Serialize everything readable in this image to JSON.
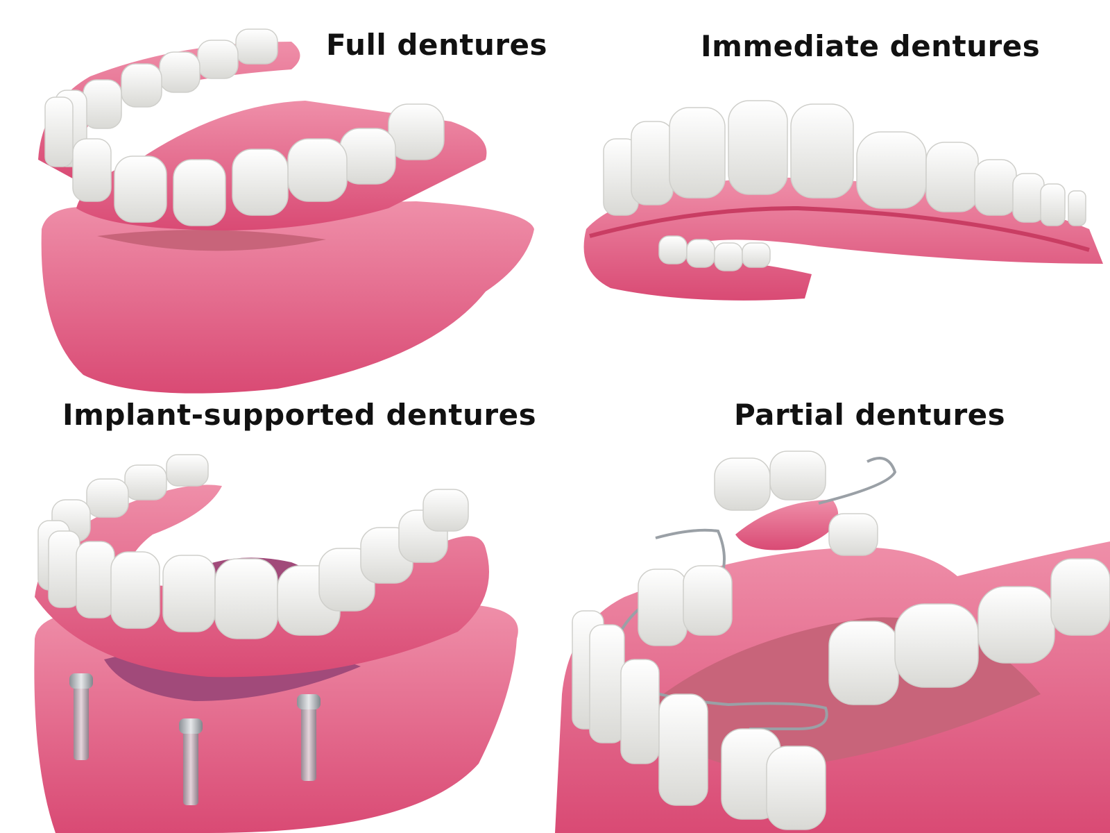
{
  "panels": [
    {
      "title": "Full dentures"
    },
    {
      "title": "Immediate dentures"
    },
    {
      "title": "Implant-supported dentures"
    },
    {
      "title": "Partial dentures"
    }
  ],
  "colors": {
    "gum": "#e0587f",
    "gum_light": "#ee8ea8",
    "gum_dark": "#c93d63",
    "tongue": "#c8647a",
    "tooth": "#f5f5f3",
    "tooth_shade": "#d6d6d2",
    "metal": "#a9adb2"
  }
}
